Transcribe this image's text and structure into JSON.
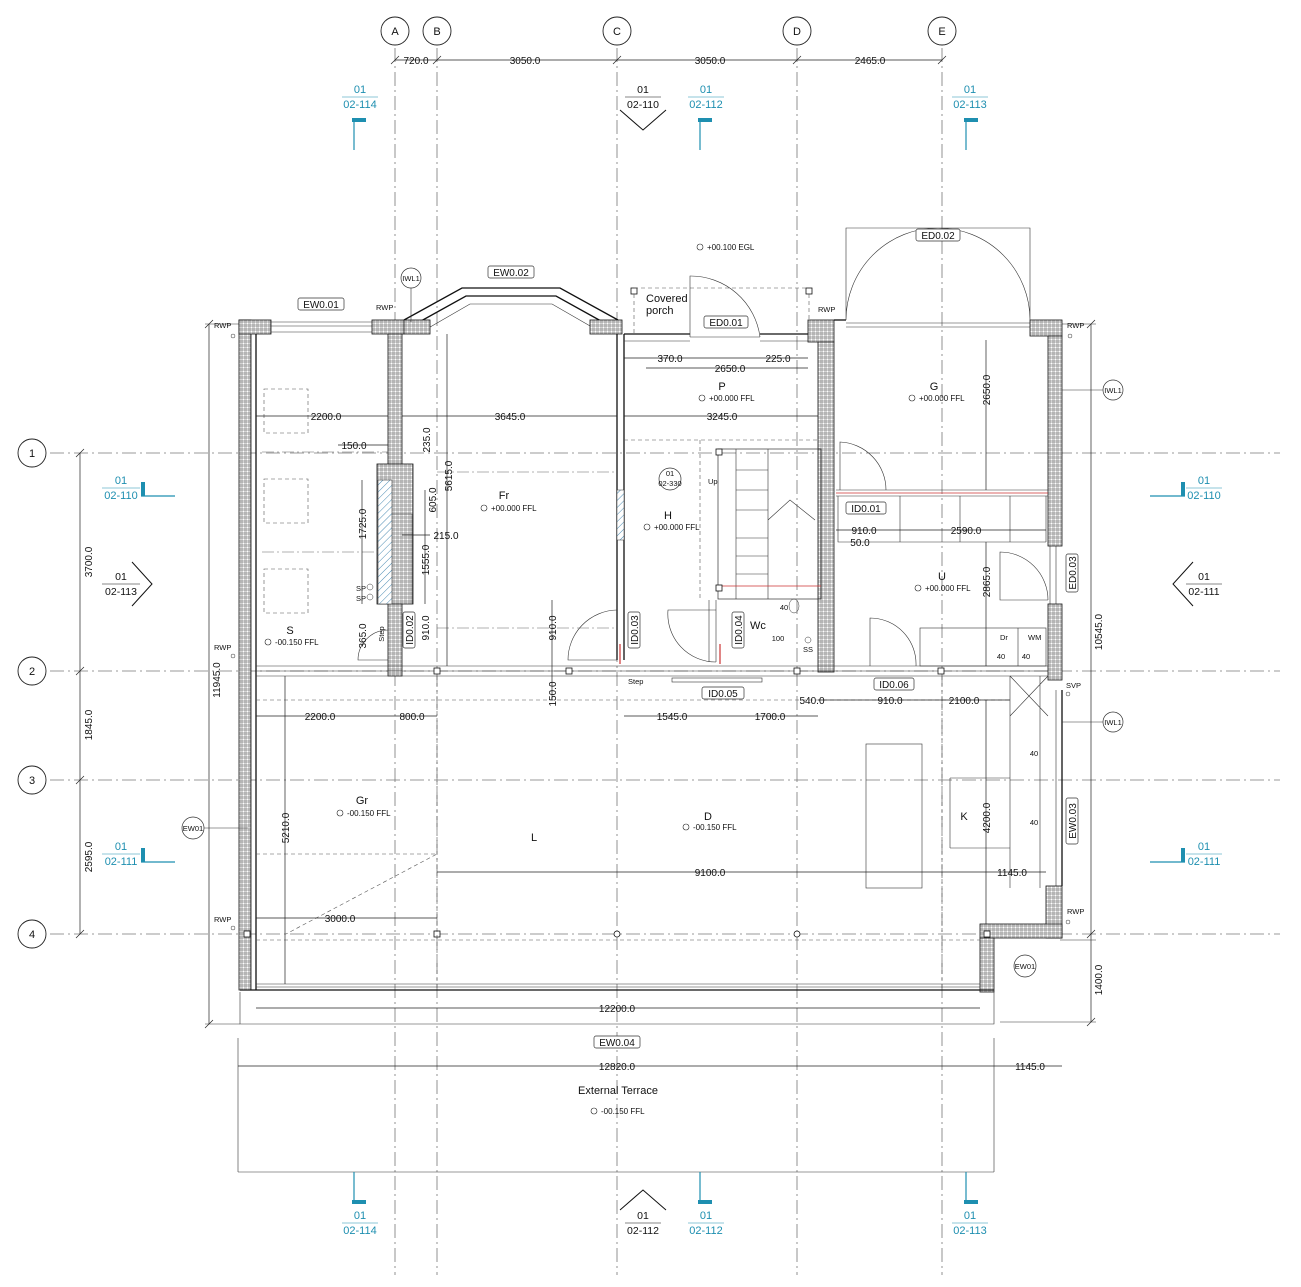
{
  "grid_columns": [
    {
      "id": "A",
      "label": "A"
    },
    {
      "id": "B",
      "label": "B"
    },
    {
      "id": "C",
      "label": "C"
    },
    {
      "id": "D",
      "label": "D"
    },
    {
      "id": "E",
      "label": "E"
    }
  ],
  "grid_rows": [
    {
      "id": "1",
      "label": "1"
    },
    {
      "id": "2",
      "label": "2"
    },
    {
      "id": "3",
      "label": "3"
    },
    {
      "id": "4",
      "label": "4"
    }
  ],
  "top_dims": [
    "720.0",
    "3050.0",
    "3050.0",
    "2465.0"
  ],
  "left_dims": [
    "3700.0",
    "1845.0",
    "2595.0",
    "11945.0"
  ],
  "right_dims": [
    "10545.0",
    "1400.0"
  ],
  "section_refs": {
    "top_a": {
      "num": "01",
      "sheet": "02-114"
    },
    "top_c": {
      "num": "01",
      "sheet": "02-110"
    },
    "top_c2": {
      "num": "01",
      "sheet": "02-112"
    },
    "top_e": {
      "num": "01",
      "sheet": "02-113"
    },
    "left_1": {
      "num": "01",
      "sheet": "02-110"
    },
    "left_mid": {
      "num": "01",
      "sheet": "02-113"
    },
    "left_3": {
      "num": "01",
      "sheet": "02-111"
    },
    "right_1": {
      "num": "01",
      "sheet": "02-110"
    },
    "right_mid": {
      "num": "01",
      "sheet": "02-111"
    },
    "right_3": {
      "num": "01",
      "sheet": "02-111"
    },
    "bot_a": {
      "num": "01",
      "sheet": "02-114"
    },
    "bot_c": {
      "num": "01",
      "sheet": "02-112"
    },
    "bot_c2": {
      "num": "01",
      "sheet": "02-112"
    },
    "bot_e": {
      "num": "01",
      "sheet": "02-113"
    },
    "stair": {
      "num": "01",
      "sheet": "02-330"
    }
  },
  "rooms": {
    "s": {
      "name": "S",
      "level": "-00.150 FFL"
    },
    "fr": {
      "name": "Fr",
      "level": "+00.000 FFL"
    },
    "h": {
      "name": "H",
      "level": "+00.000 FFL"
    },
    "p": {
      "name": "P",
      "level": "+00.000 FFL"
    },
    "g": {
      "name": "G",
      "level": "+00.000 FFL"
    },
    "u": {
      "name": "U",
      "level": "+00.000 FFL"
    },
    "wc": {
      "name": "Wc"
    },
    "gr": {
      "name": "Gr",
      "level": "-00.150 FFL"
    },
    "l": {
      "name": "L"
    },
    "d": {
      "name": "D",
      "level": "-00.150 FFL"
    },
    "k": {
      "name": "K"
    },
    "terrace": {
      "name": "External Terrace",
      "level": "-00.150 FFL"
    },
    "egl": {
      "level": "+00.100 EGL"
    },
    "porch": {
      "line1": "Covered",
      "line2": "porch"
    }
  },
  "tags": {
    "ew001": "EW0.01",
    "ew002": "EW0.02",
    "ew003": "EW0.03",
    "ew004": "EW0.04",
    "ed001": "ED0.01",
    "ed002": "ED0.02",
    "ed003": "ED0.03",
    "id001": "ID0.01",
    "id002": "ID0.02",
    "id003": "ID0.03",
    "id004": "ID0.04",
    "id005": "ID0.05",
    "id006": "ID0.06",
    "ew01": "EW01",
    "iwl1": "IWL1",
    "rwp": "RWP",
    "svp": "SVP",
    "sp": "SP",
    "ss": "SS",
    "step": "Step",
    "up": "Up",
    "dr": "Dr",
    "wm": "WM"
  },
  "dims": {
    "d370": "370.0",
    "d2650": "2650.0",
    "d225": "225.0",
    "d3245": "3245.0",
    "d2200a": "2200.0",
    "d3645": "3645.0",
    "d150a": "150.0",
    "d235": "235.0",
    "d5615": "5615.0",
    "d605": "605.0",
    "d1725": "1725.0",
    "d215": "215.0",
    "d1555": "1555.0",
    "d365": "365.0",
    "d910a": "910.0",
    "d910b": "910.0",
    "d150b": "150.0",
    "d2650g": "2650.0",
    "d910c": "910.0",
    "d50": "50.0",
    "d2590": "2590.0",
    "d2865": "2865.0",
    "d40a": "40",
    "d100": "100",
    "d40b": "40",
    "d40c": "40",
    "d2200b": "2200.0",
    "d800": "800.0",
    "d1545": "1545.0",
    "d1700": "1700.0",
    "d540": "540.0",
    "d910d": "910.0",
    "d2100": "2100.0",
    "d5210": "5210.0",
    "d4200": "4200.0",
    "d40d": "40",
    "d40e": "40",
    "d9100": "9100.0",
    "d1145a": "1145.0",
    "d3000": "3000.0",
    "d12200": "12200.0",
    "d12820": "12820.0",
    "d1145b": "1145.0"
  }
}
